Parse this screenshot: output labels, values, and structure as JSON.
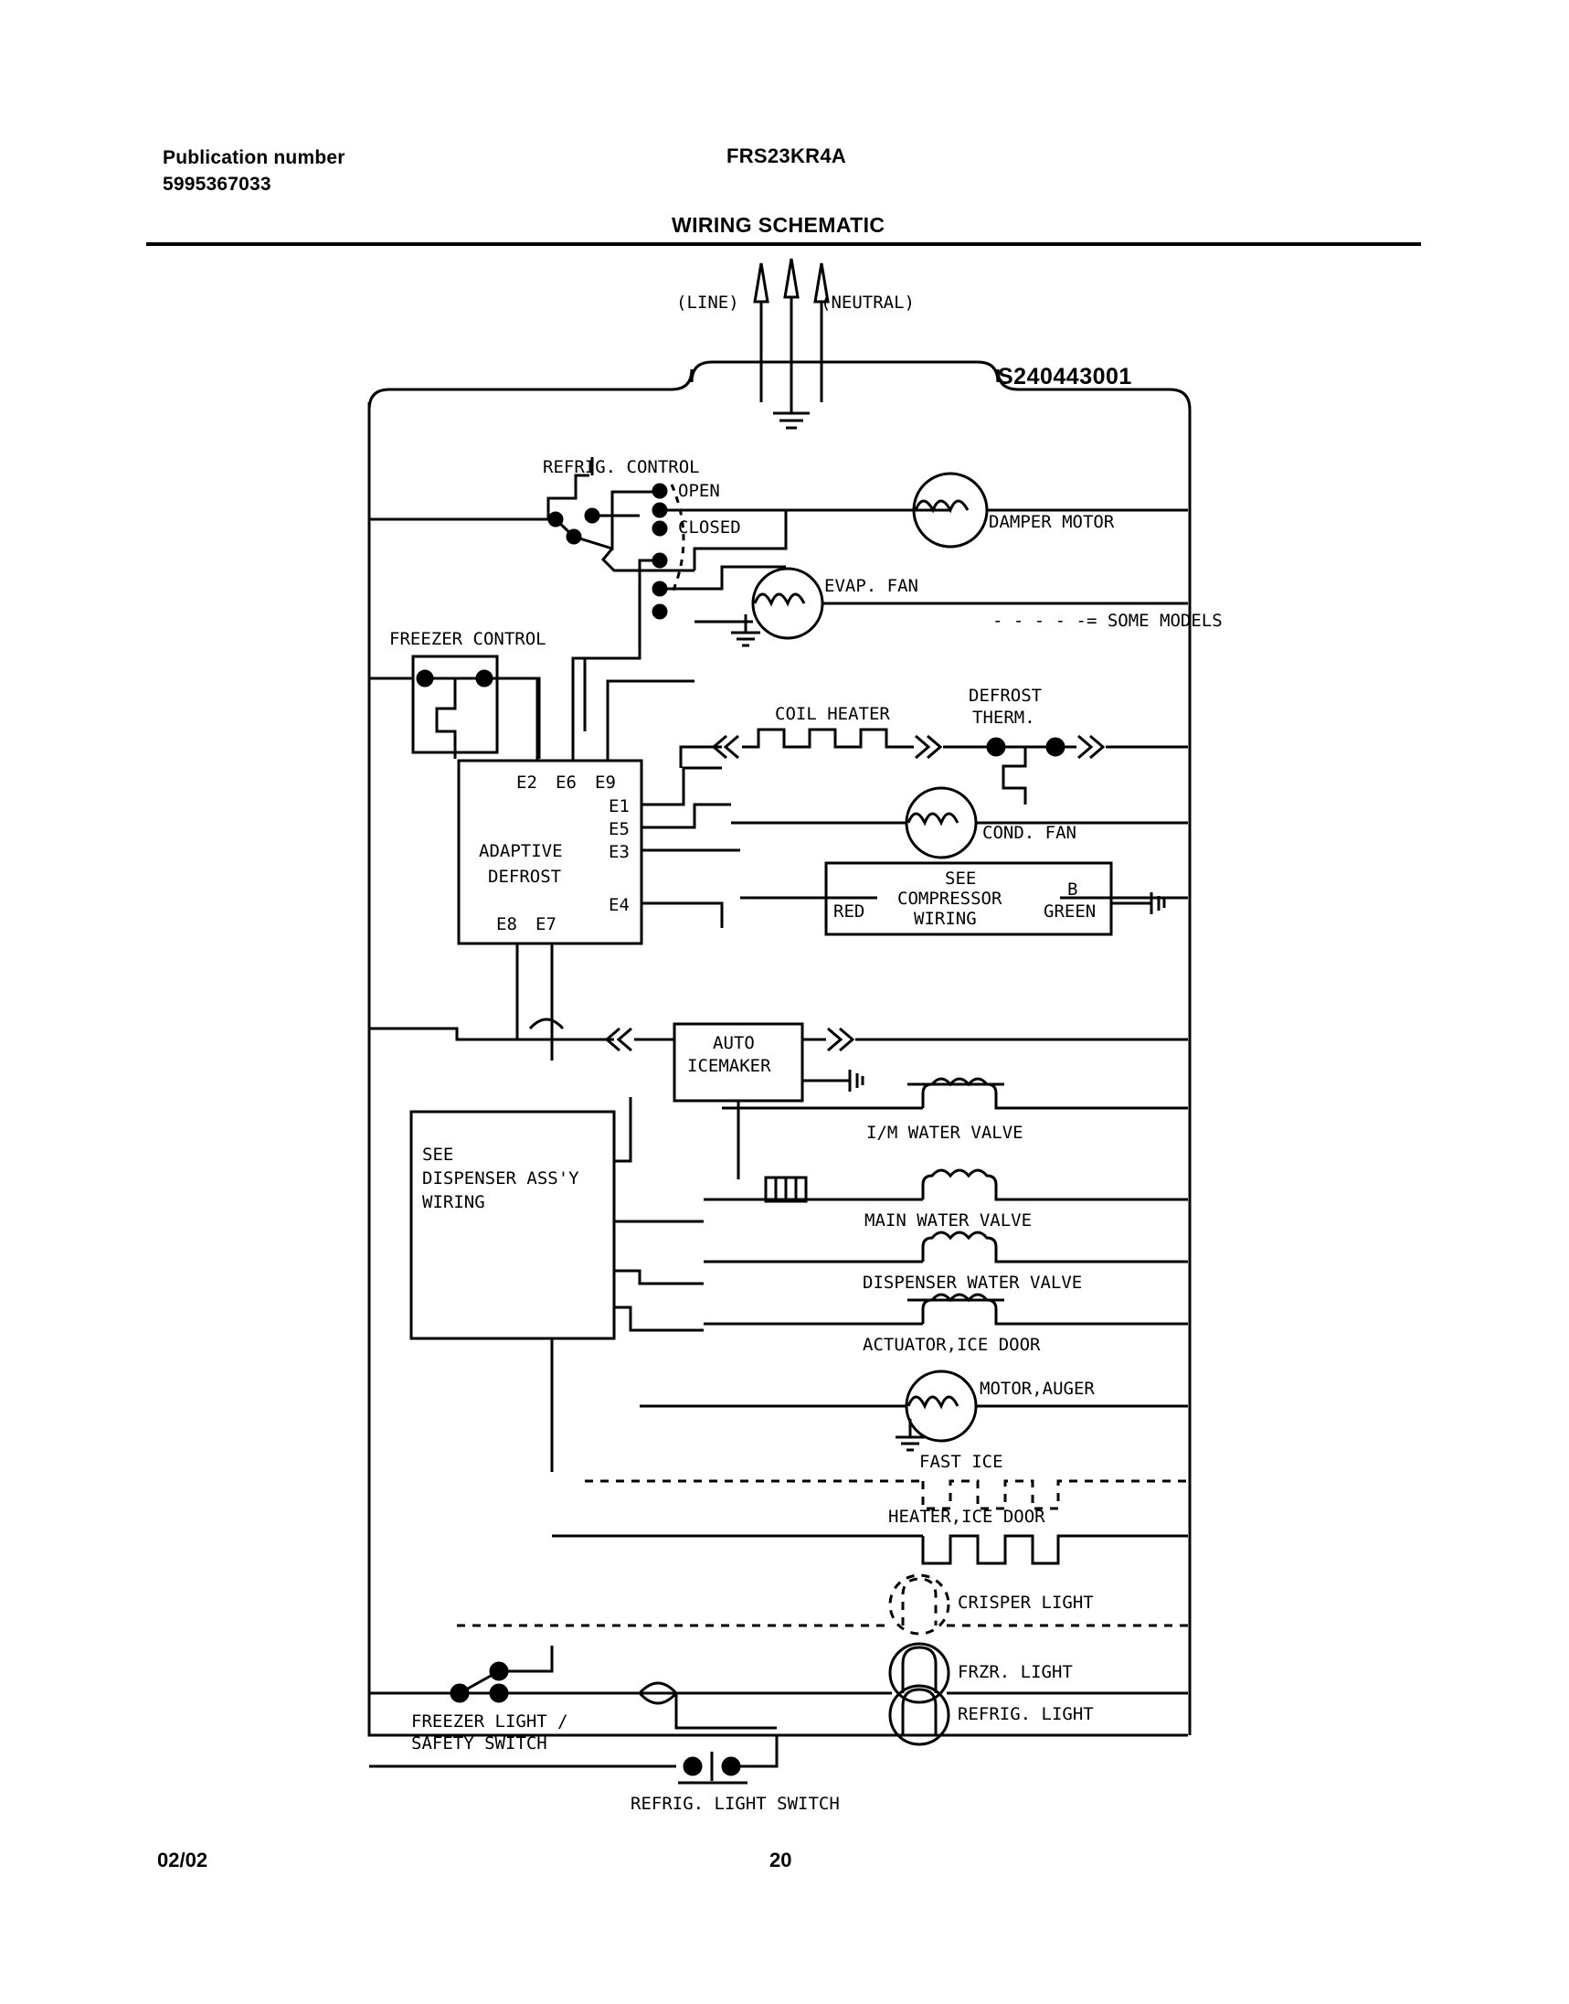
{
  "header": {
    "publication_label": "Publication number",
    "publication_number": "5995367033",
    "model": "FRS23KR4A",
    "title": "WIRING SCHEMATIC"
  },
  "footer": {
    "date": "02/02",
    "page": "20"
  },
  "schematic": {
    "part_number": "S240443001",
    "supply": {
      "line": "(LINE)",
      "neutral": "(NEUTRAL)"
    },
    "legend": "- - - - -= SOME MODELS",
    "components": {
      "refrig_control": "REFRIG. CONTROL",
      "open": "OPEN",
      "closed": "CLOSED",
      "damper_motor": "DAMPER MOTOR",
      "evap_fan": "EVAP. FAN",
      "freezer_control": "FREEZER CONTROL",
      "coil_heater": "COIL HEATER",
      "defrost_therm_1": "DEFROST",
      "defrost_therm_2": "THERM.",
      "cond_fan": "COND. FAN",
      "adaptive_defrost_1": "ADAPTIVE",
      "adaptive_defrost_2": "DEFROST",
      "compressor_1": "SEE",
      "compressor_2": "COMPRESSOR",
      "compressor_3": "WIRING",
      "compressor_red": "RED",
      "compressor_b": "B",
      "compressor_green": "GREEN",
      "auto_icemaker_1": "AUTO",
      "auto_icemaker_2": "ICEMAKER",
      "dispenser_1": "SEE",
      "dispenser_2": "DISPENSER ASS'Y",
      "dispenser_3": "WIRING",
      "im_water_valve": "I/M WATER VALVE",
      "main_water_valve": "MAIN WATER VALVE",
      "dispenser_water_valve": "DISPENSER WATER VALVE",
      "actuator_ice_door": "ACTUATOR,ICE DOOR",
      "motor_auger": "MOTOR,AUGER",
      "fast_ice": "FAST ICE",
      "heater_ice_door": "HEATER,ICE DOOR",
      "crisper_light": "CRISPER LIGHT",
      "frzr_light": "FRZR. LIGHT",
      "refrig_light": "REFRIG. LIGHT",
      "freezer_light_switch_1": "FREEZER LIGHT /",
      "freezer_light_switch_2": "SAFETY SWITCH",
      "refrig_light_switch": "REFRIG. LIGHT SWITCH"
    },
    "terminals": {
      "e2": "E2",
      "e6": "E6",
      "e9": "E9",
      "e1": "E1",
      "e5": "E5",
      "e3": "E3",
      "e4": "E4",
      "e8": "E8",
      "e7": "E7"
    }
  }
}
